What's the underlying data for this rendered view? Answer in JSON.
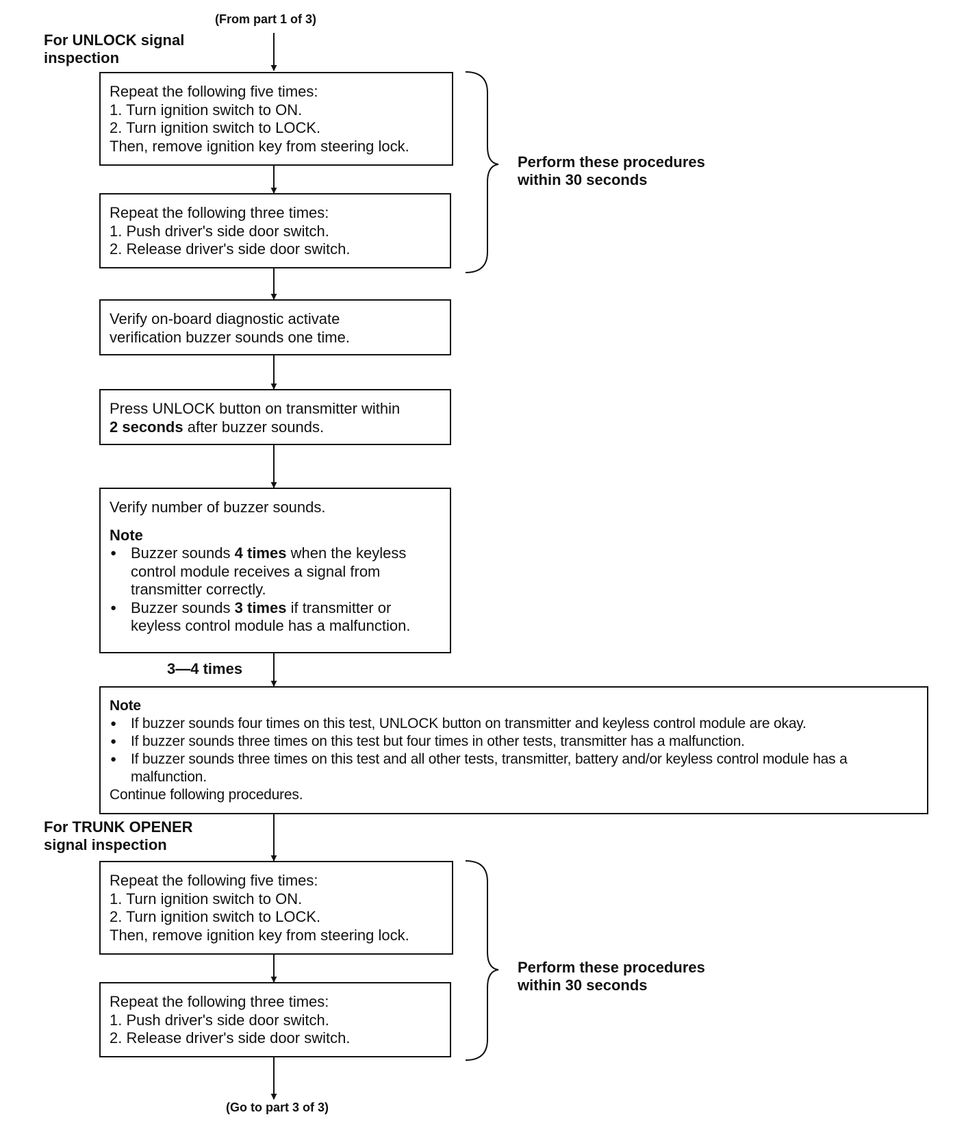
{
  "header_ref": "(From part 1 of 3)",
  "footer_ref": "(Go to part 3 of 3)",
  "section_unlock": {
    "line1": "For UNLOCK signal",
    "line2": "inspection"
  },
  "section_trunk": {
    "line1": "For TRUNK OPENER",
    "line2": "signal inspection"
  },
  "brace_label": {
    "line1": "Perform these procedures",
    "line2": "within 30 seconds"
  },
  "box_ignition": {
    "title": "Repeat the following five times:",
    "step1": "1.  Turn ignition switch to ON.",
    "step2": "2.  Turn ignition switch to LOCK.",
    "then": "Then, remove ignition key from steering lock."
  },
  "box_door": {
    "title": "Repeat the following three times:",
    "step1": "1.  Push driver's side door switch.",
    "step2": "2.  Release driver's side door switch."
  },
  "box_verify_activate": {
    "line1": "Verify on-board diagnostic activate",
    "line2": "verification buzzer sounds one time."
  },
  "box_press_unlock": {
    "line1": "Press UNLOCK button on transmitter within",
    "bold": "2 seconds",
    "rest": " after buzzer sounds."
  },
  "box_verify_count": {
    "line1": "Verify number of buzzer sounds.",
    "note_title": "Note",
    "bullet1_pre": "Buzzer sounds ",
    "bullet1_bold": "4 times",
    "bullet1_post": " when the keyless control module receives a signal from transmitter correctly.",
    "bullet2_pre": "Buzzer sounds ",
    "bullet2_bold": "3 times",
    "bullet2_post": " if transmitter or keyless control module has a malfunction."
  },
  "times_label": "3—4 times",
  "box_note_wide": {
    "note_title": "Note",
    "bullets": [
      "If buzzer sounds four times on this test, UNLOCK button on transmitter and keyless control module are okay.",
      "If buzzer sounds three times on this test but four times in other tests, transmitter has a malfunction.",
      "If buzzer sounds three times on this test and all other tests, transmitter, battery and/or keyless control module has a malfunction."
    ],
    "continue": "Continue following procedures."
  }
}
